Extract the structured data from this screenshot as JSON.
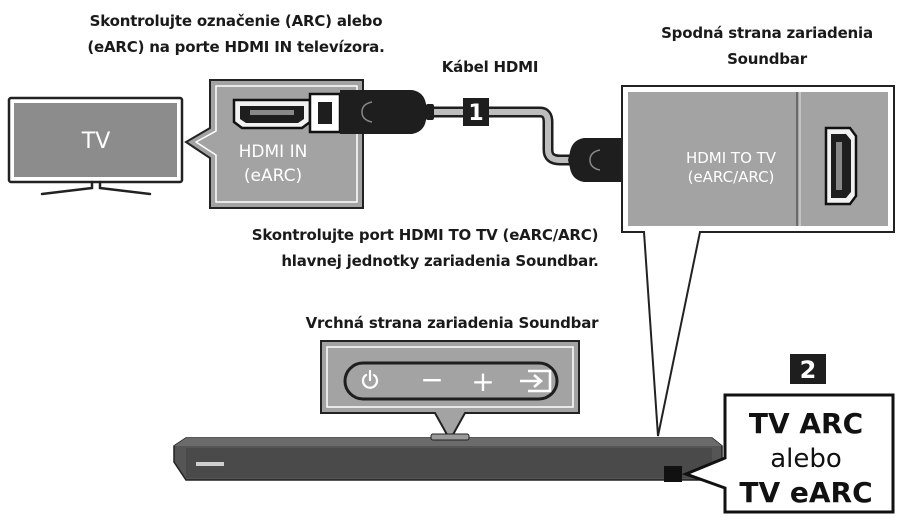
{
  "captions": {
    "tv_port_line1": "Skontrolujte označenie (ARC) alebo",
    "tv_port_line2": "(eARC) na porte HDMI IN televízora.",
    "cable": "Kábel HDMI",
    "bottom_side_line1": "Spodná strana zariadenia",
    "bottom_side_line2": "Soundbar",
    "main_port_line1": "Skontrolujte port HDMI TO TV (eARC/ARC)",
    "main_port_line2": "hlavnej jednotky zariadenia Soundbar.",
    "top_side": "Vrchná strana zariadenia Soundbar"
  },
  "tv": {
    "label": "TV"
  },
  "tv_port": {
    "line1": "HDMI IN",
    "line2": "(eARC)"
  },
  "soundbar_port": {
    "line1": "HDMI TO TV",
    "line2": "(eARC/ARC)"
  },
  "steps": {
    "step1": "1",
    "step2": "2"
  },
  "display_box": {
    "line1": "TV ARC",
    "line2": "alebo",
    "line3": "TV eARC"
  },
  "top_panel": {
    "minus": "−",
    "plus": "+"
  },
  "colors": {
    "panel_gray": "#a3a3a3",
    "dark": "#1e1e1e",
    "cable_gray": "#bdbdbd"
  }
}
